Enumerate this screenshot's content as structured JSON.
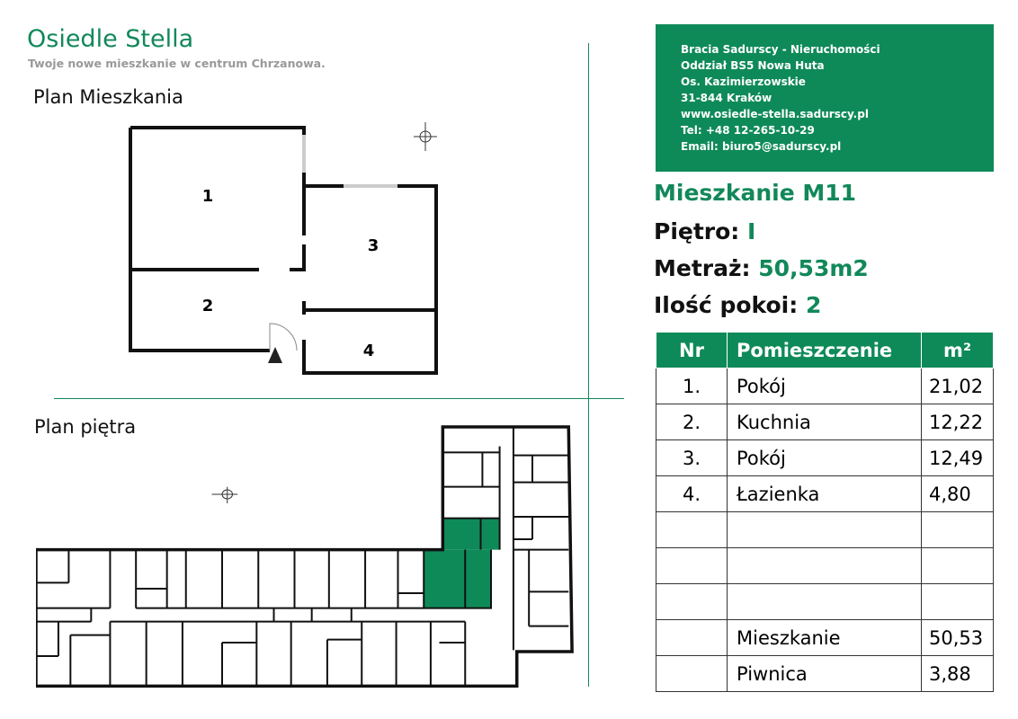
{
  "header": {
    "title": "Osiedle Stella",
    "subtitle": "Twoje nowe mieszkanie w centrum Chrzanowa."
  },
  "plan_apartment": {
    "title": "Plan Mieszkania",
    "room_numbers": [
      "1",
      "2",
      "3",
      "4"
    ]
  },
  "plan_floor": {
    "title": "Plan piętra"
  },
  "contact": [
    "Bracia Sadurscy - Nieruchomości",
    "Oddział BS5 Nowa Huta",
    "Os. Kazimierzowskie",
    "31-844 Kraków",
    "www.osiedle-stella.sadurscy.pl",
    "Tel: +48 12-265-10-29",
    "Email: biuro5@sadurscy.pl"
  ],
  "apartment": {
    "name": "Mieszkanie M11",
    "floor_label": "Piętro:",
    "floor_value": "I",
    "area_label": "Metraż:",
    "area_value": "50,53m2",
    "rooms_label": "Ilość pokoi:",
    "rooms_value": "2"
  },
  "table": {
    "headers": [
      "Nr",
      "Pomieszczenie",
      "m²"
    ],
    "rows": [
      [
        "1.",
        "Pokój",
        "21,02"
      ],
      [
        "2.",
        "Kuchnia",
        "12,22"
      ],
      [
        "3.",
        "Pokój",
        "12,49"
      ],
      [
        "4.",
        "Łazienka",
        "4,80"
      ],
      [
        "",
        "",
        ""
      ],
      [
        "",
        "",
        ""
      ],
      [
        "",
        "",
        ""
      ],
      [
        "",
        "Mieszkanie",
        "50,53"
      ],
      [
        "",
        "Piwnica",
        "3,88"
      ]
    ]
  },
  "colors": {
    "accent": "#0e8a58"
  }
}
